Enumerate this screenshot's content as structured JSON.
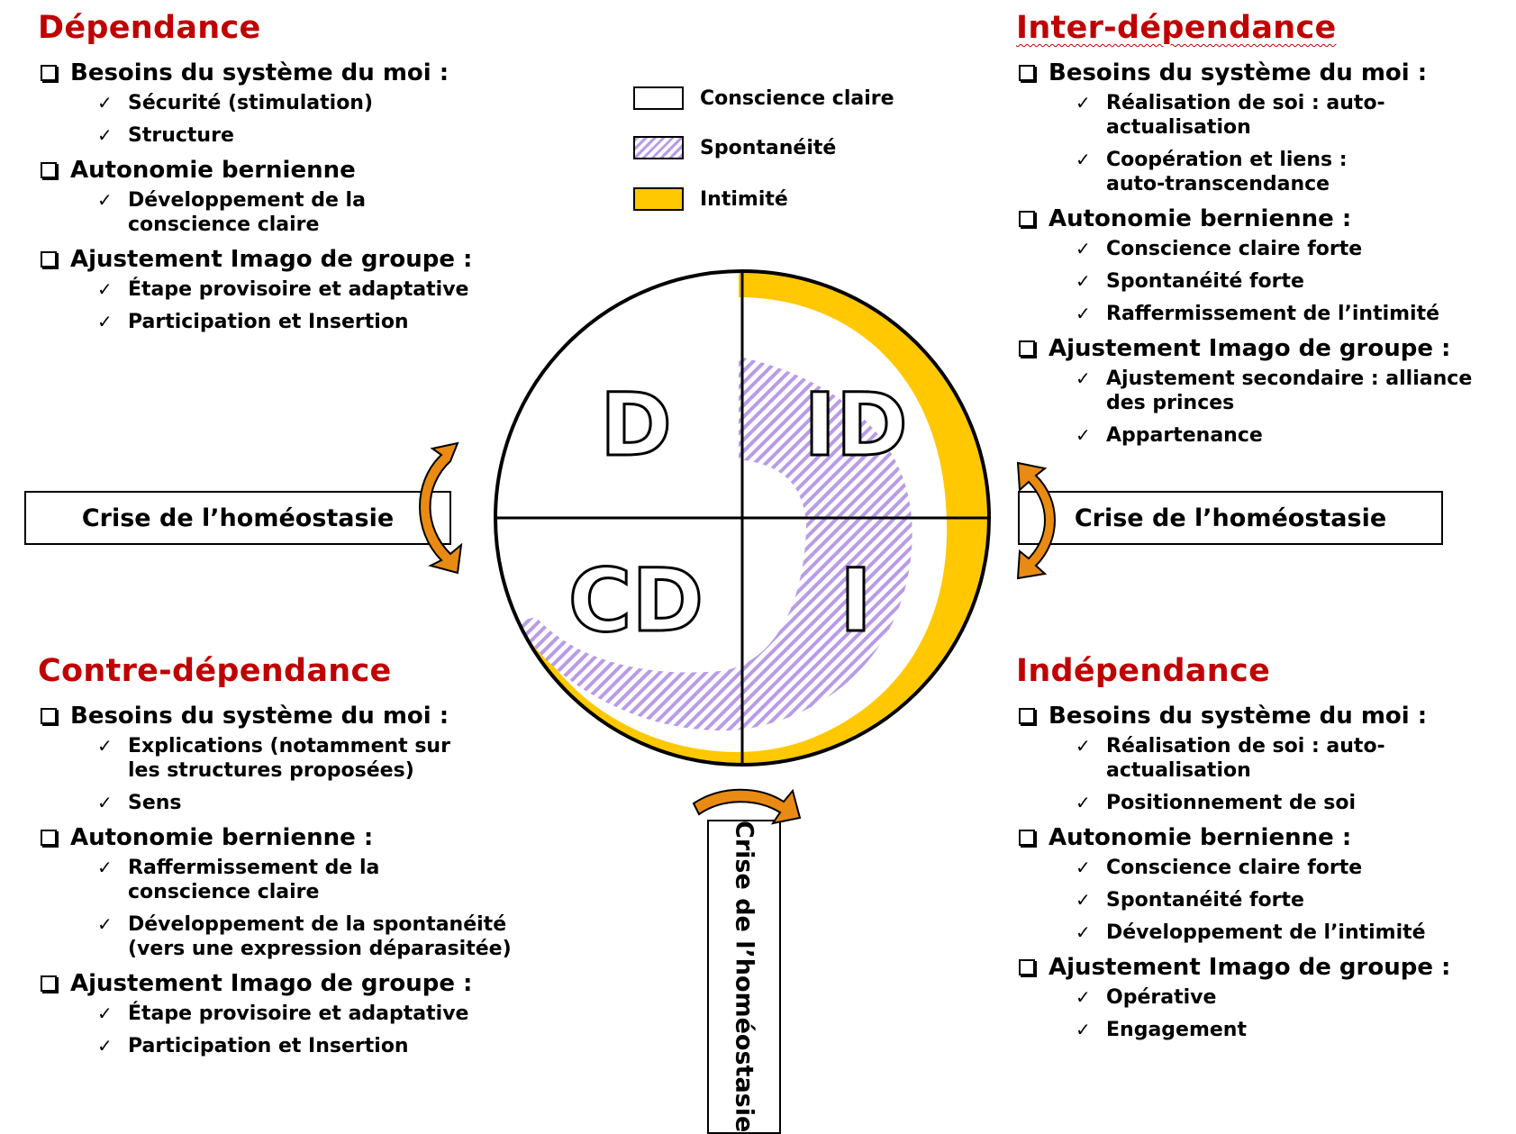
{
  "legend": {
    "conscience": "Conscience claire",
    "spontaneite": "Spontanéité",
    "intimite": "Intimité"
  },
  "colors": {
    "title": "#c00000",
    "intimite": "#ffc800",
    "spontaneite_stripe": "#b99be8",
    "arrow": "#e98a12"
  },
  "circle_labels": {
    "d": "D",
    "id": "ID",
    "cd": "CD",
    "i": "I"
  },
  "crisis": {
    "left": "Crise de l’homéostasie",
    "right": "Crise de l’homéostasie",
    "bottom": "Crise de l’homéostasie"
  },
  "dependance": {
    "title": "Dépendance",
    "sections": [
      {
        "label": "Besoins du système du moi :",
        "items": [
          "Sécurité (stimulation)",
          "Structure"
        ]
      },
      {
        "label": "Autonomie bernienne",
        "items": [
          "Développement de la conscience claire"
        ]
      },
      {
        "label": "Ajustement Imago de groupe :",
        "items": [
          "Étape provisoire et adaptative",
          "Participation et Insertion"
        ]
      }
    ]
  },
  "interdependance": {
    "title": "Inter-dépendance",
    "sections": [
      {
        "label": "Besoins du système du moi :",
        "items": [
          "Réalisation de soi : auto-actualisation",
          "Coopération et liens : auto-transcendance"
        ]
      },
      {
        "label": "Autonomie bernienne :",
        "items": [
          "Conscience claire forte",
          "Spontanéité forte",
          "Raffermissement de l’intimité"
        ]
      },
      {
        "label": "Ajustement Imago de groupe :",
        "items": [
          "Ajustement secondaire : alliance des princes",
          "Appartenance"
        ]
      }
    ]
  },
  "contredependance": {
    "title": "Contre-dépendance",
    "sections": [
      {
        "label": "Besoins du système du moi :",
        "items": [
          "Explications (notamment sur les structures proposées)",
          "Sens"
        ]
      },
      {
        "label": "Autonomie bernienne :",
        "items": [
          "Raffermissement de la conscience claire",
          "Développement de la spontanéité (vers une expression déparasitée)"
        ]
      },
      {
        "label": "Ajustement Imago de groupe :",
        "items": [
          "Étape provisoire et adaptative",
          "Participation et Insertion"
        ]
      }
    ]
  },
  "independance": {
    "title": "Indépendance",
    "sections": [
      {
        "label": "Besoins du système du moi :",
        "items": [
          "Réalisation de soi : auto-actualisation",
          "Positionnement de soi"
        ]
      },
      {
        "label": "Autonomie bernienne :",
        "items": [
          "Conscience claire forte",
          "Spontanéité forte",
          "Développement de l’intimité"
        ]
      },
      {
        "label": "Ajustement Imago de groupe :",
        "items": [
          "Opérative",
          "Engagement"
        ]
      }
    ]
  }
}
